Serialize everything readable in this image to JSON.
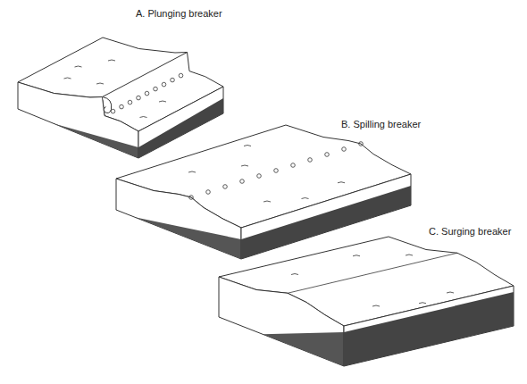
{
  "diagram": {
    "labels": [
      "A. Plunging breaker",
      "B. Spilling breaker",
      "C. Surging breaker"
    ]
  }
}
